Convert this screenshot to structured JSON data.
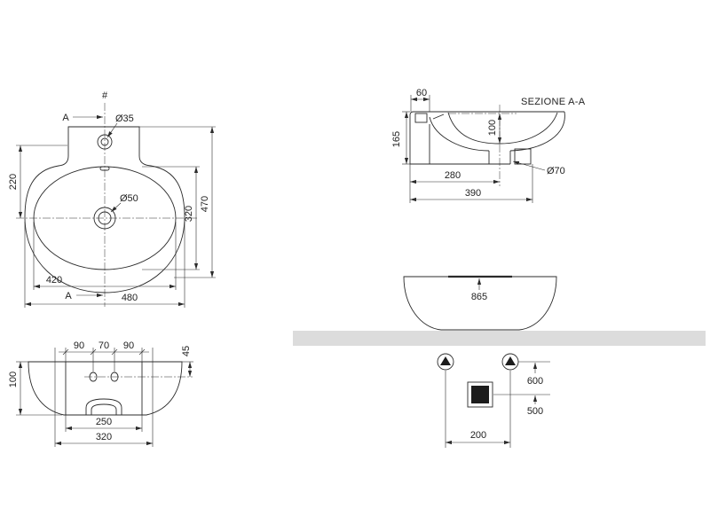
{
  "plan_view": {
    "hash_mark": "#",
    "section_mark_top": "A",
    "section_mark_bottom": "A",
    "tap_hole_diameter": "Ø35",
    "drain_diameter": "Ø50",
    "rear_to_drain": "220",
    "bowl_inner_depth": "320",
    "overall_depth": "470",
    "bowl_inner_width": "420",
    "overall_width": "480"
  },
  "section_view": {
    "title": "SEZIONE A-A",
    "rear_wall": "60",
    "overall_height": "165",
    "bowl_depth": "100",
    "rear_to_drain": "280",
    "drain_pipe_diameter": "Ø70",
    "overall_depth": "390"
  },
  "side_elevation": {
    "counter_height": "865"
  },
  "installation_layout": {
    "tap_height": "600",
    "drain_height": "500",
    "tap_spacing": "200"
  },
  "front_view": {
    "tap_offset_left": "90",
    "tap_spacing": "70",
    "tap_offset_right": "90",
    "tap_axis_height": "45",
    "overall_height": "100",
    "panel_width": "250",
    "base_width": "320"
  },
  "colors": {
    "line": "#2b2b2b",
    "text": "#222222",
    "countertop": "#dcdcdc",
    "fill": "#1c1c1c"
  }
}
